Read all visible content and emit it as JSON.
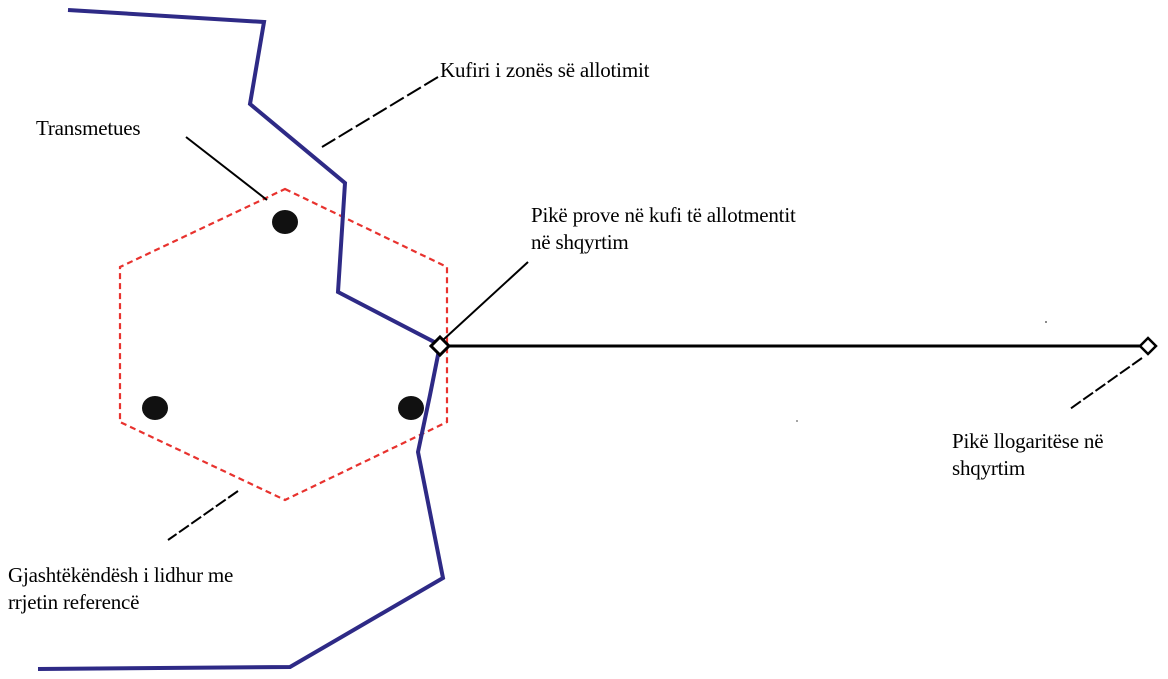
{
  "labels": {
    "allotment_boundary": "Kufiri i zonës së allotimit",
    "transmitter": "Transmetues",
    "test_point_line1": "Pikë prove në kufi të allotmentit",
    "test_point_line2": "në shqyrtim",
    "calculation_point_line1": "Pikë llogaritëse në",
    "calculation_point_line2": "shqyrtim",
    "hexagon_line1": "Gjashtëkëndësh i lidhur me",
    "hexagon_line2": "rrjetin referencë"
  },
  "colors": {
    "boundary": "#2e2a86",
    "hexagon": "#e8322e",
    "connector": "#000000",
    "text": "#000000"
  }
}
